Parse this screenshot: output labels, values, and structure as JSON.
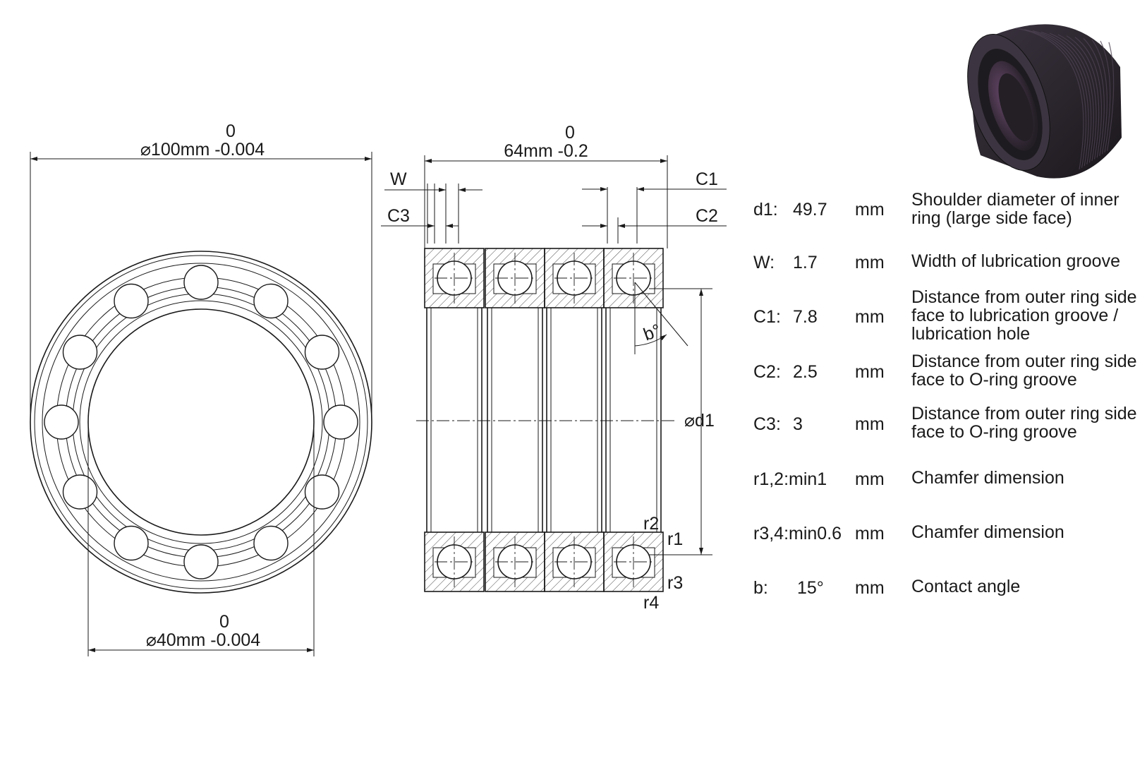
{
  "front_view": {
    "outer_diameter": {
      "upper": "0",
      "lower": "⌀100mm -0.004"
    },
    "inner_diameter": {
      "upper": "0",
      "lower": "⌀40mm -0.004"
    }
  },
  "section_view": {
    "width": {
      "upper": "0",
      "lower": "64mm -0.2"
    },
    "labels": {
      "W": "W",
      "C3": "C3",
      "C1": "C1",
      "C2": "C2",
      "d1": "⌀d1",
      "b": "b°",
      "r1": "r1",
      "r2": "r2",
      "r3": "r3",
      "r4": "r4"
    }
  },
  "specs": [
    {
      "key": "d1:",
      "value": "49.7",
      "unit": "mm",
      "desc": "Shoulder diameter of inner ring (large side face)"
    },
    {
      "key": "W:",
      "value": "1.7",
      "unit": "mm",
      "desc": "Width of lubrication groove"
    },
    {
      "key": "C1:",
      "value": "7.8",
      "unit": "mm",
      "desc": "Distance from outer ring side face to lubrication groove / lubrication hole"
    },
    {
      "key": "C2:",
      "value": "2.5",
      "unit": "mm",
      "desc": "Distance from outer ring side face to O-ring groove"
    },
    {
      "key": "C3:",
      "value": "3",
      "unit": "mm",
      "desc": "Distance from outer ring side face to O-ring groove"
    },
    {
      "key": "r1,2:min1",
      "value": "",
      "unit": "mm",
      "desc": "Chamfer dimension"
    },
    {
      "key": "r3,4:min0.6",
      "value": "",
      "unit": "mm",
      "desc": "Chamfer dimension"
    },
    {
      "key": "b:",
      "value": "15°",
      "unit": "mm",
      "desc": "Contact angle"
    }
  ],
  "colors": {
    "line": "#1a1a1a",
    "render_body": "#2c2630",
    "render_highlight": "#5a3d5c"
  }
}
